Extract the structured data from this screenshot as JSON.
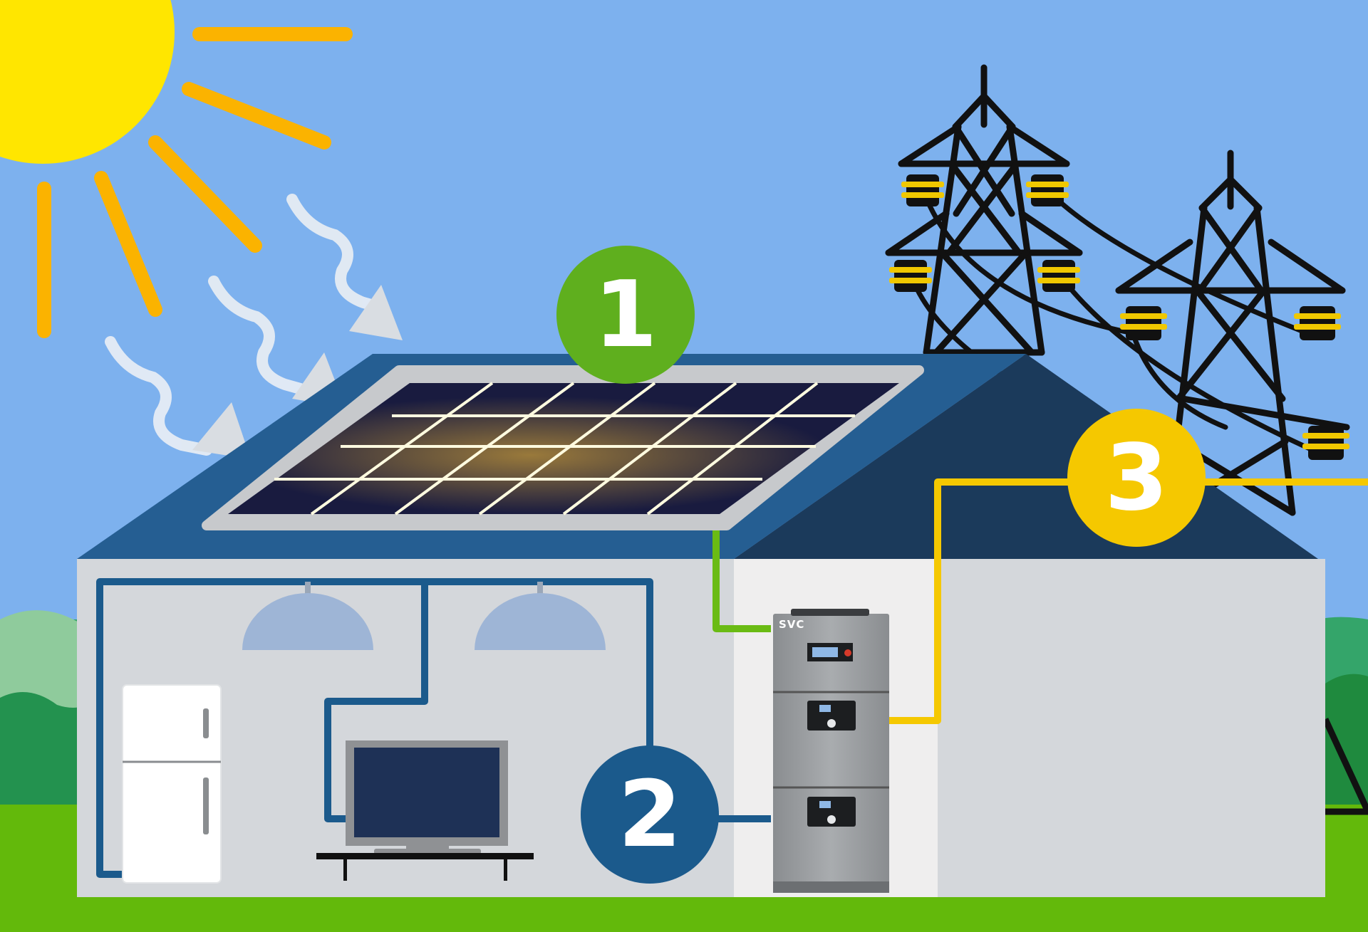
{
  "badges": [
    {
      "label": "1",
      "color": "#5FAF1E"
    },
    {
      "label": "2",
      "color": "#1B5A8C"
    },
    {
      "label": "3",
      "color": "#F5C800"
    }
  ],
  "battery": {
    "brand": "SVC"
  },
  "colors": {
    "sky": "#7DB1EE",
    "sun": "#FFE600",
    "sun_rays": "#FBB300",
    "roof_front": "#255E92",
    "roof_back": "#1B3A5B",
    "wall": "#D4D7DB",
    "grass": "#63B90B",
    "hills": "#34A56A",
    "pylon": "#111111",
    "insulator": "#F0C800",
    "solar_wire": "#6ABB14",
    "grid_wire": "#F5C800",
    "house_wire": "#1B5A8C"
  }
}
